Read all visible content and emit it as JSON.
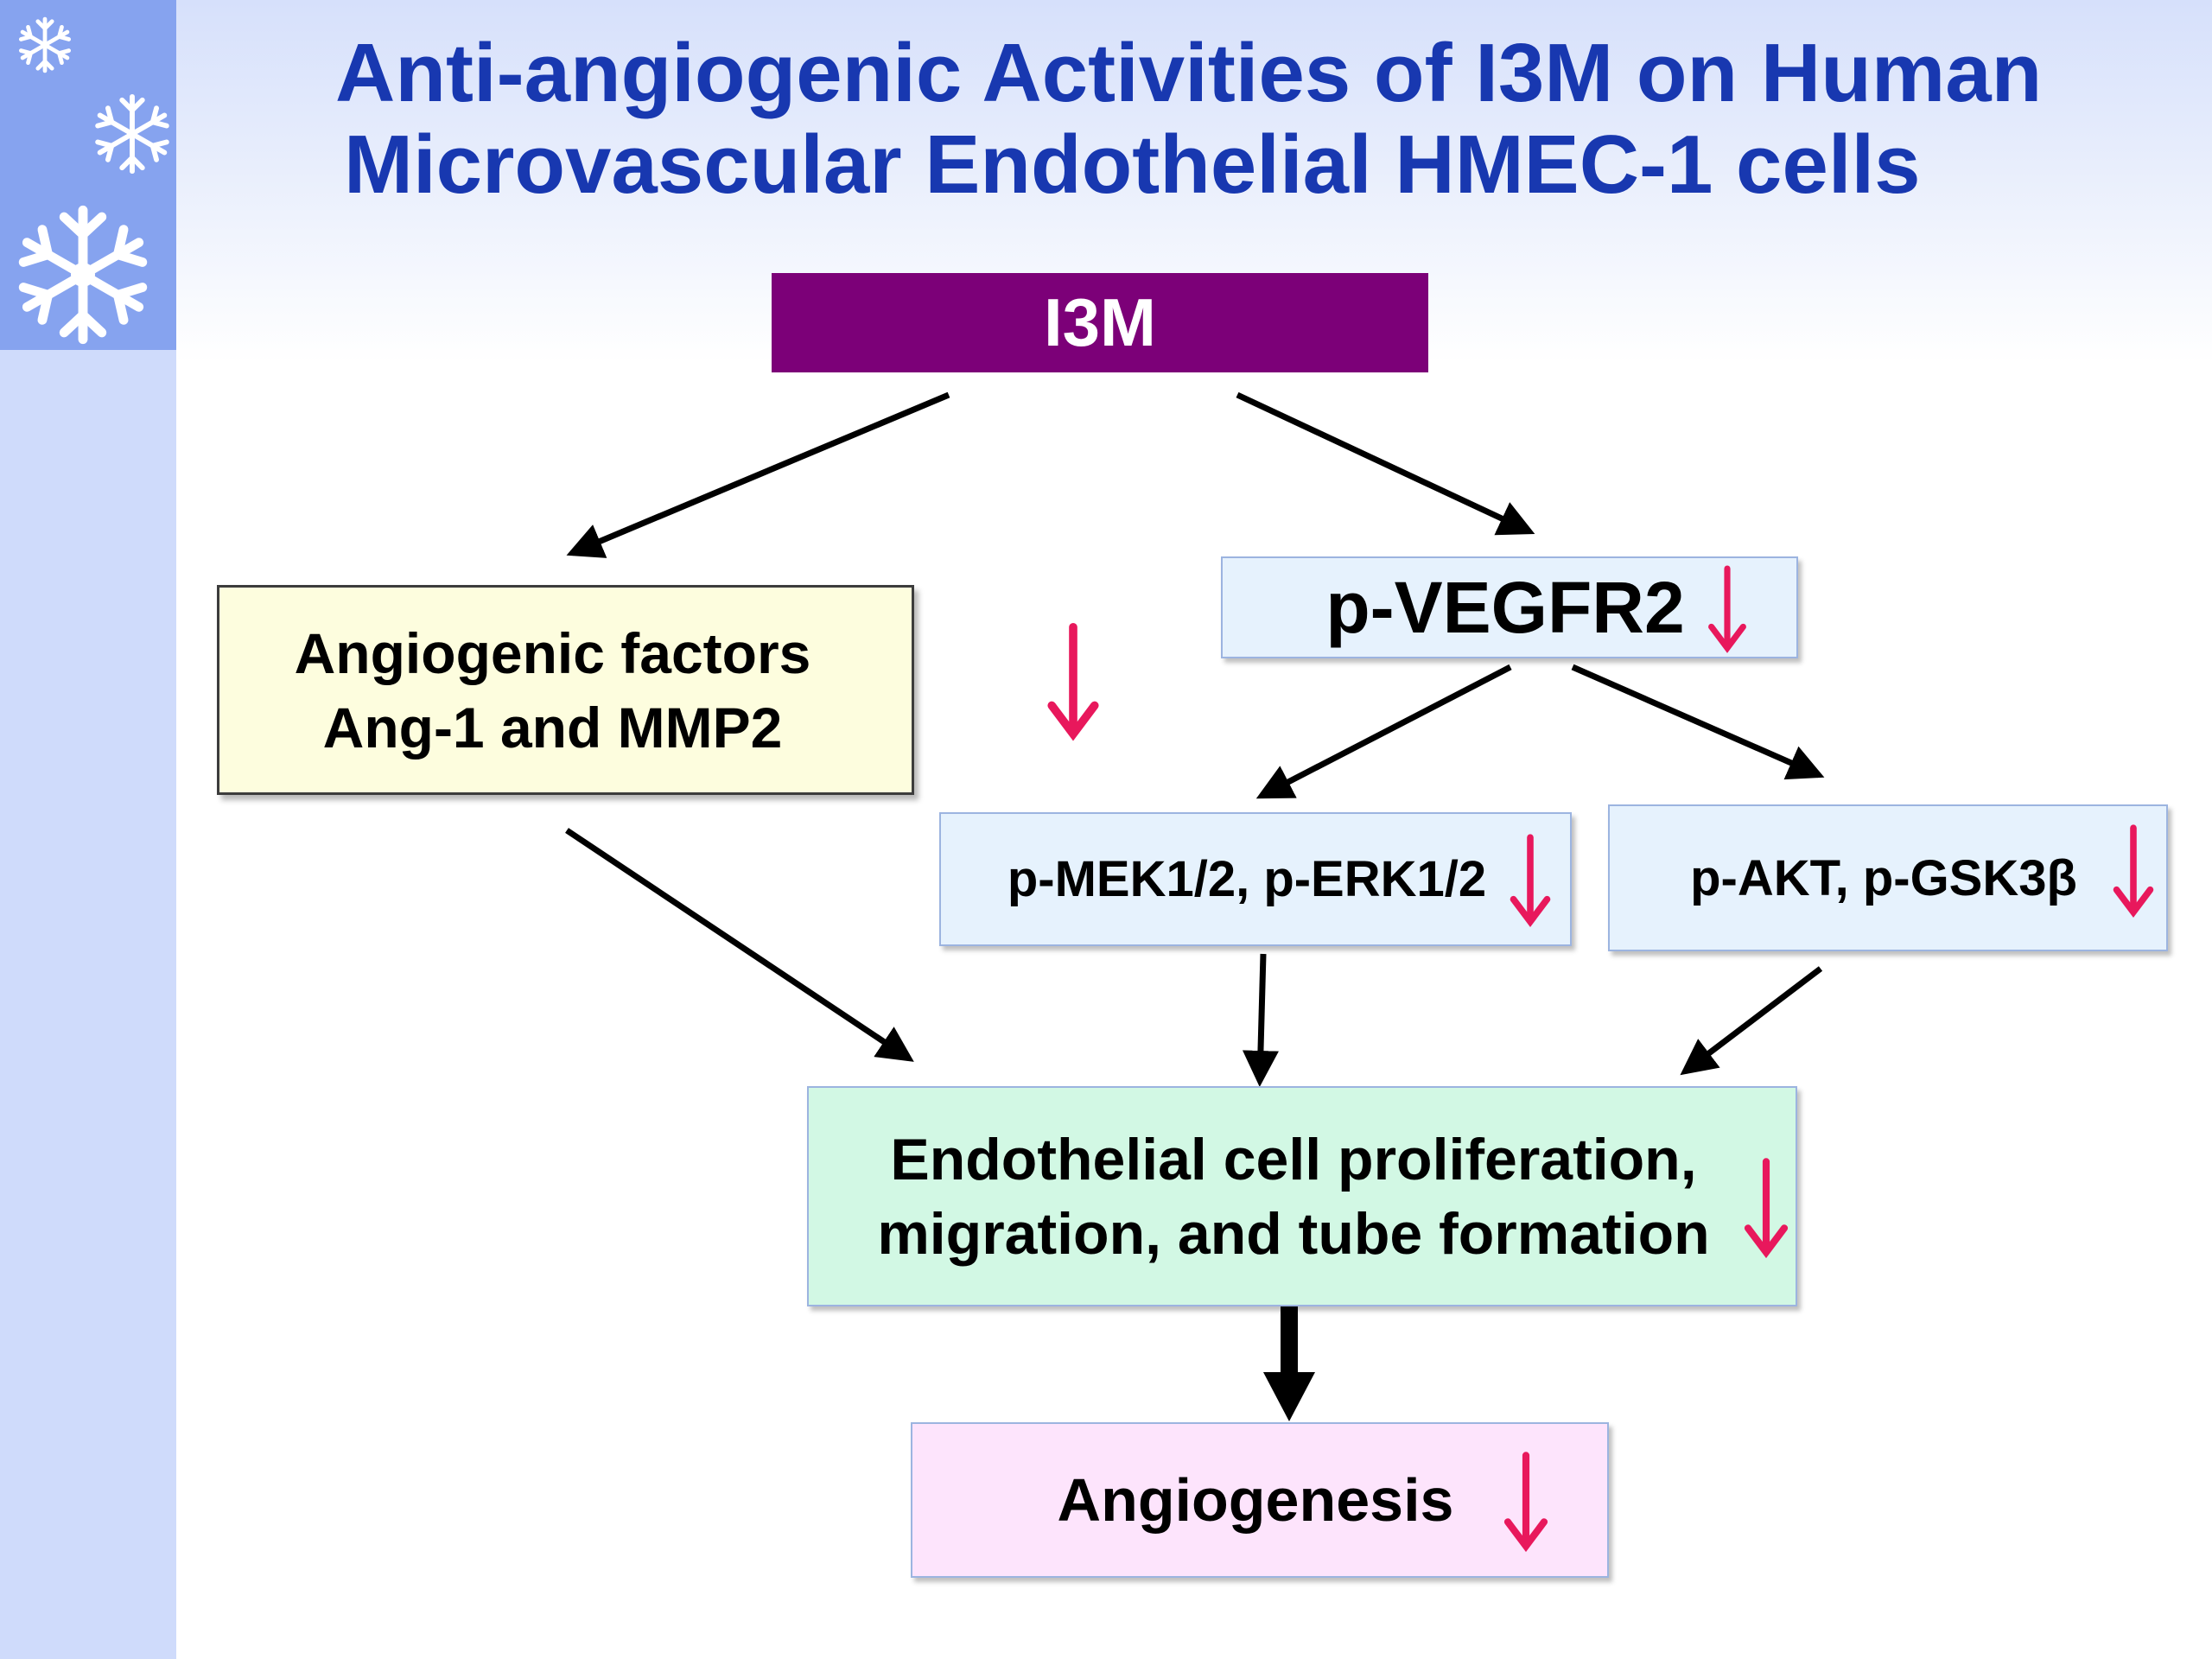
{
  "title": {
    "line1": "Anti-angiogenic Activities of I3M on Human",
    "line2": "Microvascular Endothelial HMEC-1 cells"
  },
  "nodes": {
    "i3m": "I3M",
    "angiogenic_factors": {
      "line1": "Angiogenic factors",
      "line2": "Ang-1 and MMP2"
    },
    "p_vegfr2": "p-VEGFR2",
    "p_mek_erk": "p-MEK1/2, p-ERK1/2",
    "p_akt_gsk": "p-AKT, p-GSK3β",
    "endothelial": {
      "line1": "Endothelial cell proliferation,",
      "line2": "migration, and tube formation"
    },
    "angiogenesis": "Angiogenesis"
  },
  "decrease_indicator": {
    "icon": "down-arrow-icon",
    "color": "#e8185c"
  },
  "colors": {
    "title": "#1838b0",
    "i3m_box": "#7c0078",
    "factors_box": "#fdfdde",
    "signal_box": "#e6f2fd",
    "endothelial_box": "#d2f8e4",
    "angiogenesis_box": "#fde4fc",
    "sidebar_dark": "#86a3ef",
    "sidebar_light": "#cfdbfb"
  }
}
